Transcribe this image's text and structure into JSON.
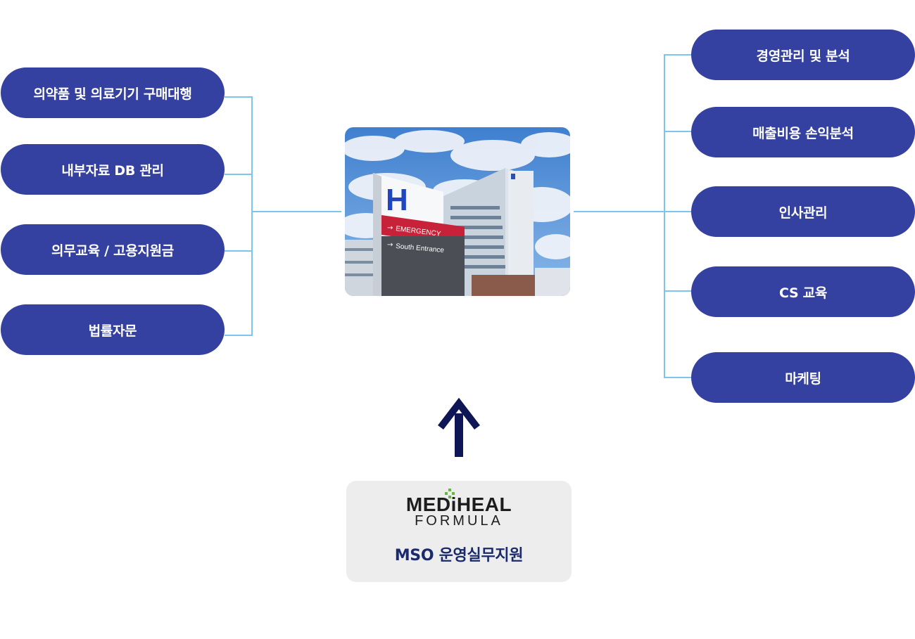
{
  "left_items": [
    {
      "label": "의약품 및 의료기기 구매대행"
    },
    {
      "label": "내부자료 DB 관리"
    },
    {
      "label": "의무교육 / 고용지원금"
    },
    {
      "label": "법률자문"
    }
  ],
  "right_items": [
    {
      "label": "경영관리 및 분석"
    },
    {
      "label": "매출비용 손익분석"
    },
    {
      "label": "인사관리"
    },
    {
      "label": "CS 교육"
    },
    {
      "label": "마케팅"
    }
  ],
  "photo": {
    "sign_letter": "H",
    "sign_line1": "EMERGENCY",
    "sign_line2": "South Entrance"
  },
  "card": {
    "logo_line1": "MEDiHEAL",
    "logo_line2": "FORMULA",
    "caption": "MSO 운영실무지원"
  },
  "colors": {
    "pill": "#3541a0",
    "connector": "#7cc6ee",
    "arrow": "#0f1656",
    "caption": "#1a2a6c",
    "logo_mark": "#6db33f"
  }
}
